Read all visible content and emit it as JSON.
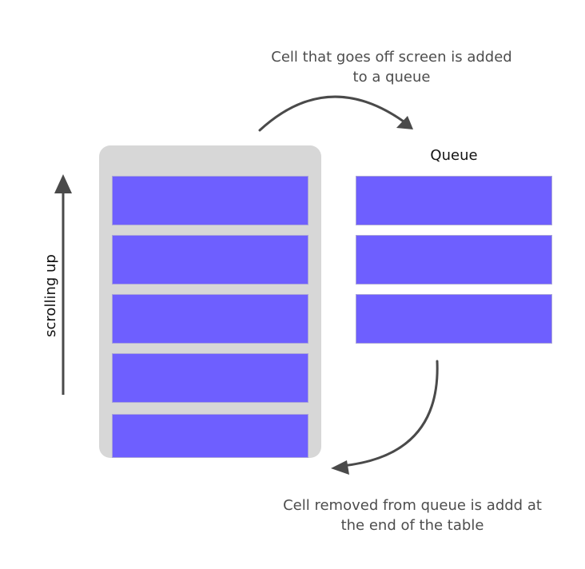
{
  "captions": {
    "top": "Cell that goes off screen is added\nto a queue",
    "bottom": "Cell removed from queue is addd at\nthe end of the table",
    "queue_title": "Queue",
    "scroll_label": "scrolling up"
  },
  "table": {
    "cell_count": 5
  },
  "queue": {
    "cell_count": 3
  },
  "colors": {
    "cell": "#6e5fff",
    "table_background": "#d7d7d7",
    "arrow": "#4a4a4a"
  }
}
